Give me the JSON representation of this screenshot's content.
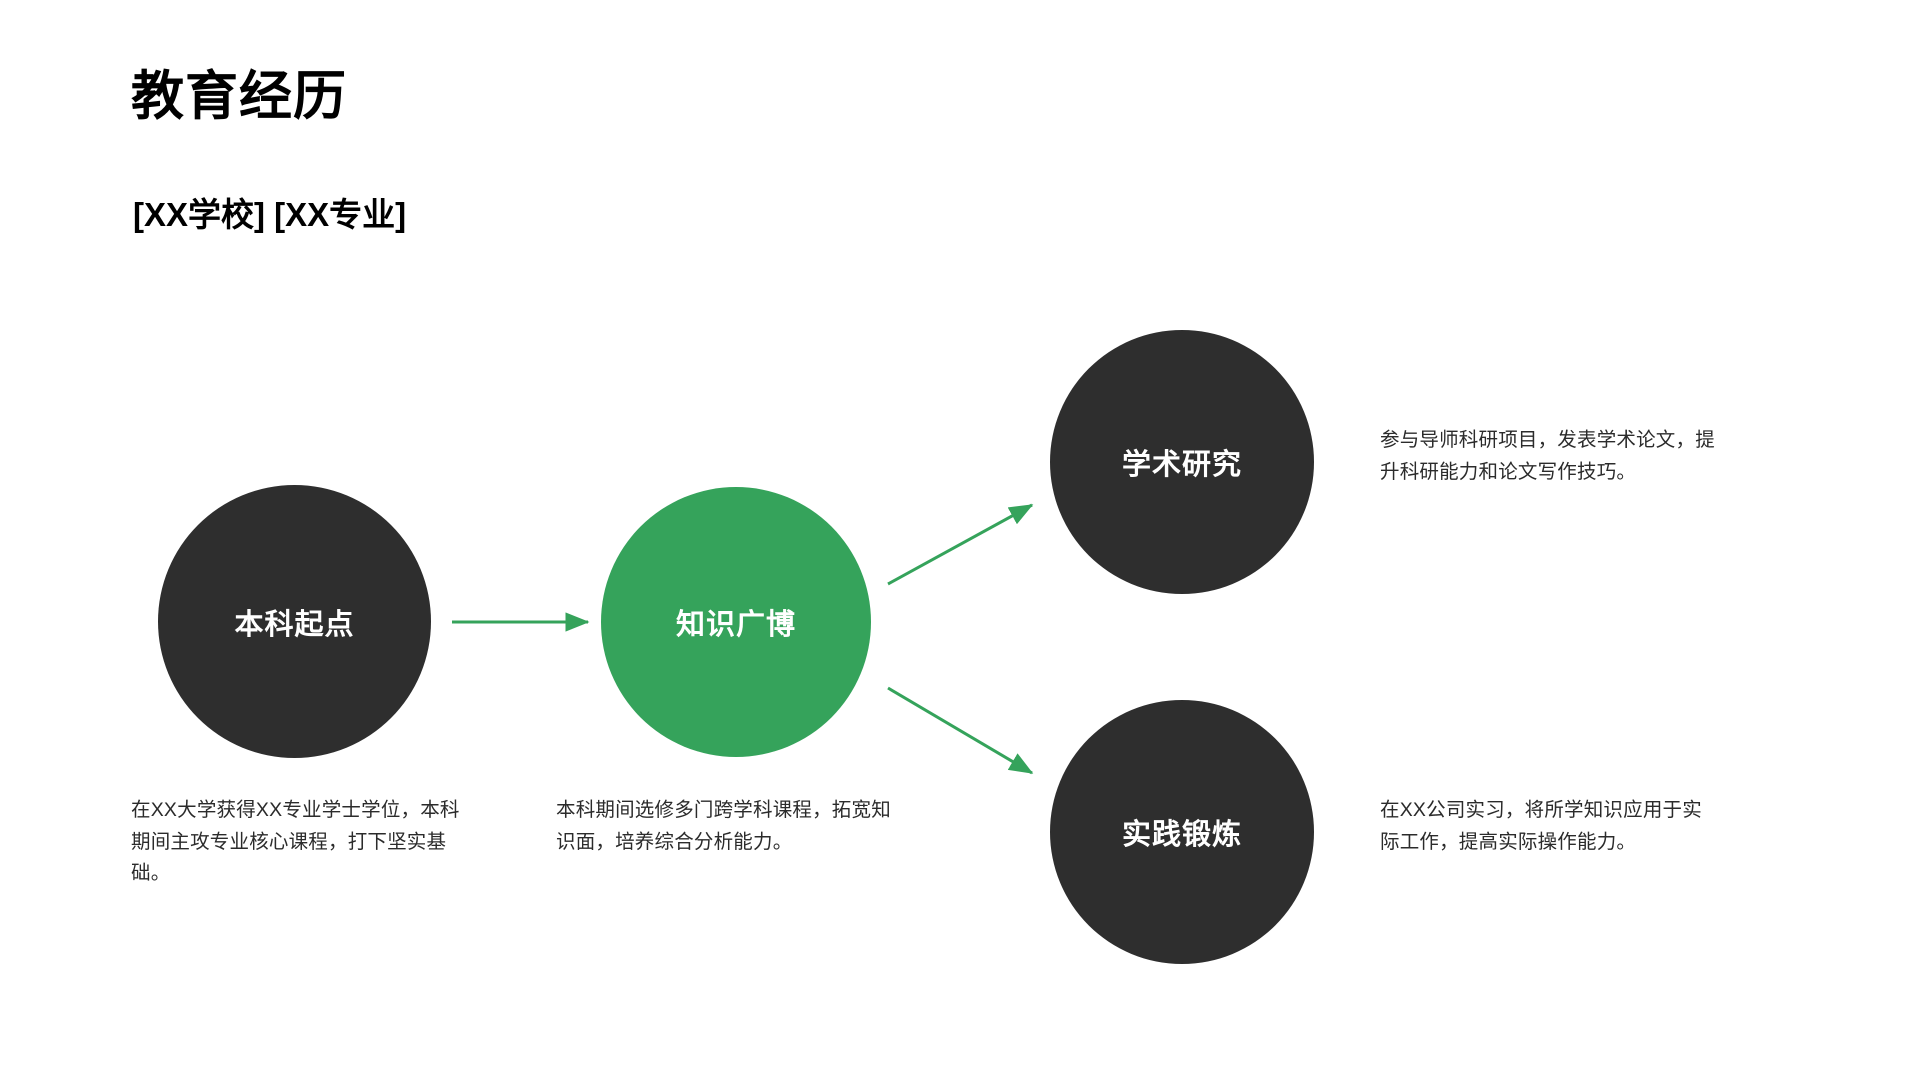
{
  "header": {
    "title": "教育经历",
    "subtitle": "[XX学校] [XX专业]"
  },
  "colors": {
    "dark_node": "#2E2E2E",
    "green_node": "#35A35B",
    "arrow": "#35A35B",
    "background": "#FFFFFF",
    "title_text": "#000000",
    "body_text": "#2B2B2B"
  },
  "diagram": {
    "nodes": [
      {
        "id": "start",
        "label": "本科起点",
        "style": "dark",
        "description": "在XX大学获得XX专业学士学位，本科期间主攻专业核心课程，打下坚实基础。"
      },
      {
        "id": "knowledge",
        "label": "知识广博",
        "style": "green",
        "description": "本科期间选修多门跨学科课程，拓宽知识面，培养综合分析能力。"
      },
      {
        "id": "research",
        "label": "学术研究",
        "style": "dark",
        "description": "参与导师科研项目，发表学术论文，提升科研能力和论文写作技巧。"
      },
      {
        "id": "practice",
        "label": "实践锻炼",
        "style": "dark",
        "description": "在XX公司实习，将所学知识应用于实际工作，提高实际操作能力。"
      }
    ],
    "connectors": [
      {
        "id": "start-to-knowledge",
        "from": "start",
        "to": "knowledge",
        "shape": "straight-right"
      },
      {
        "id": "knowledge-to-research",
        "from": "knowledge",
        "to": "research",
        "shape": "diagonal-up-right"
      },
      {
        "id": "knowledge-to-practice",
        "from": "knowledge",
        "to": "practice",
        "shape": "diagonal-down-right"
      }
    ]
  }
}
